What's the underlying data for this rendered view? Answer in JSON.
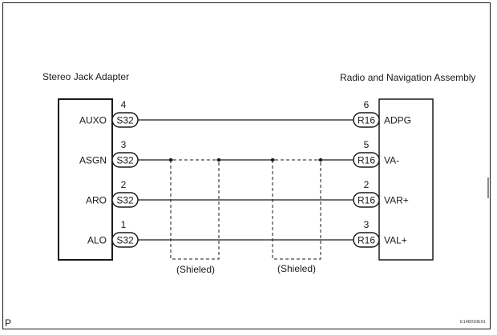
{
  "diagram": {
    "left_component": {
      "title": "Stereo Jack Adapter",
      "connector": "S32",
      "pins": [
        {
          "pin": "4",
          "name": "AUXO"
        },
        {
          "pin": "3",
          "name": "ASGN"
        },
        {
          "pin": "2",
          "name": "ARO"
        },
        {
          "pin": "1",
          "name": "ALO"
        }
      ]
    },
    "right_component": {
      "title": "Radio and Navigation Assembly",
      "connector": "R16",
      "pins": [
        {
          "pin": "6",
          "name": "ADPG"
        },
        {
          "pin": "5",
          "name": "VA-"
        },
        {
          "pin": "2",
          "name": "VAR+"
        },
        {
          "pin": "3",
          "name": "VAL+"
        }
      ]
    },
    "wires": [
      {
        "from": "S32-4 AUXO",
        "to": "R16-6 ADPG",
        "shielded": false
      },
      {
        "from": "S32-3 ASGN",
        "to": "R16-5 VA-",
        "shielded": false,
        "shield_ground": true
      },
      {
        "from": "S32-2 ARO",
        "to": "R16-2 VAR+",
        "shielded": true
      },
      {
        "from": "S32-1 ALO",
        "to": "R16-3 VAL+",
        "shielded": true
      }
    ],
    "shields": [
      {
        "label": "(Shieled)"
      },
      {
        "label": "(Shieled)"
      }
    ],
    "corner_label": "P",
    "figure_id": "E148010E01"
  }
}
